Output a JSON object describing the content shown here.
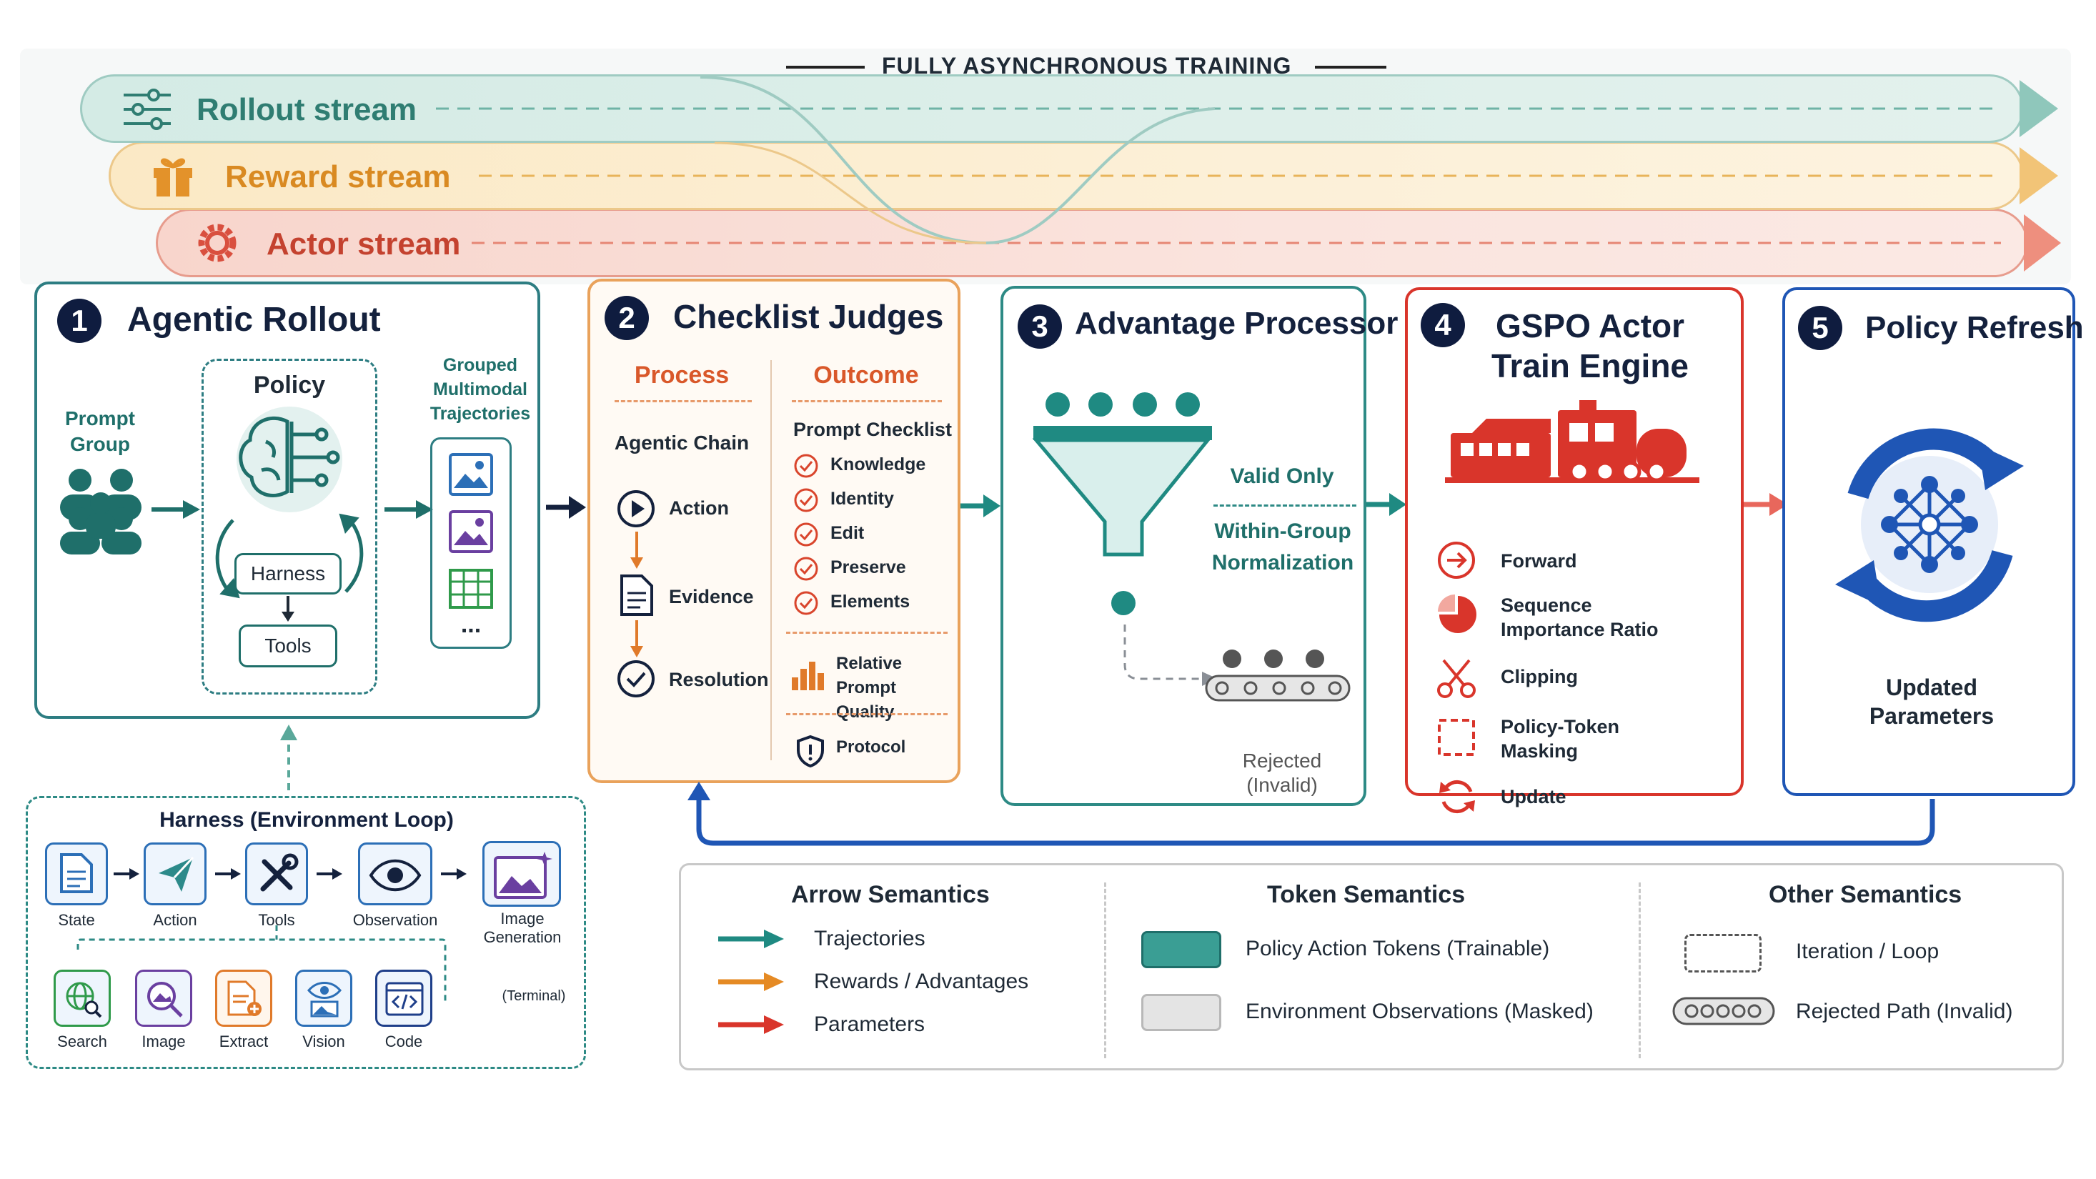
{
  "header": {
    "title": "FULLY ASYNCHRONOUS TRAINING"
  },
  "streams": [
    {
      "label": "Rollout stream",
      "icon": "sliders-icon",
      "color": "#5aa89a"
    },
    {
      "label": "Reward stream",
      "icon": "gift-icon",
      "color": "#e59b2c"
    },
    {
      "label": "Actor stream",
      "icon": "gear-icon",
      "color": "#d9503f"
    }
  ],
  "panel1": {
    "number": "1",
    "title": "Agentic Rollout",
    "prompt_group": "Prompt\nGroup",
    "policy": "Policy",
    "harness": "Harness",
    "tools": "Tools",
    "grouped": "Grouped\nMultimodal\nTrajectories",
    "more": "..."
  },
  "panel2": {
    "number": "2",
    "title": "Checklist Judges",
    "process": "Process",
    "outcome": "Outcome",
    "agentic_chain": "Agentic Chain",
    "chain": [
      "Action",
      "Evidence",
      "Resolution"
    ],
    "prompt_checklist": "Prompt Checklist",
    "checklist": [
      "Knowledge",
      "Identity",
      "Edit",
      "Preserve",
      "Elements"
    ],
    "relative": "Relative\nPrompt Quality",
    "protocol": "Protocol"
  },
  "panel3": {
    "number": "3",
    "title": "Advantage Processor",
    "valid_only": "Valid Only",
    "normalization": "Within-Group\nNormalization",
    "rejected": "Rejected\n(Invalid)"
  },
  "panel4": {
    "number": "4",
    "title": "GSPO Actor\nTrain Engine",
    "items": [
      "Forward",
      "Sequence\nImportance Ratio",
      "Clipping",
      "Policy-Token\nMasking",
      "Update"
    ]
  },
  "panel5": {
    "number": "5",
    "title": "Policy Refresh",
    "updated": "Updated\nParameters"
  },
  "harness_loop": {
    "title": "Harness (Environment Loop)",
    "steps": [
      "State",
      "Action",
      "Tools",
      "Observation",
      "Image\nGeneration"
    ],
    "tools": [
      "Search",
      "Image",
      "Extract",
      "Vision",
      "Code"
    ],
    "terminal": "(Terminal)"
  },
  "legend": {
    "arrow_title": "Arrow Semantics",
    "arrows": [
      {
        "label": "Trajectories",
        "color": "#1f8a82"
      },
      {
        "label": "Rewards / Advantages",
        "color": "#e58a24"
      },
      {
        "label": "Parameters",
        "color": "#d9352b"
      }
    ],
    "token_title": "Token Semantics",
    "tokens": [
      "Policy Action Tokens (Trainable)",
      "Environment Observations (Masked)"
    ],
    "other_title": "Other Semantics",
    "others": [
      "Iteration / Loop",
      "Rejected Path (Invalid)"
    ]
  }
}
